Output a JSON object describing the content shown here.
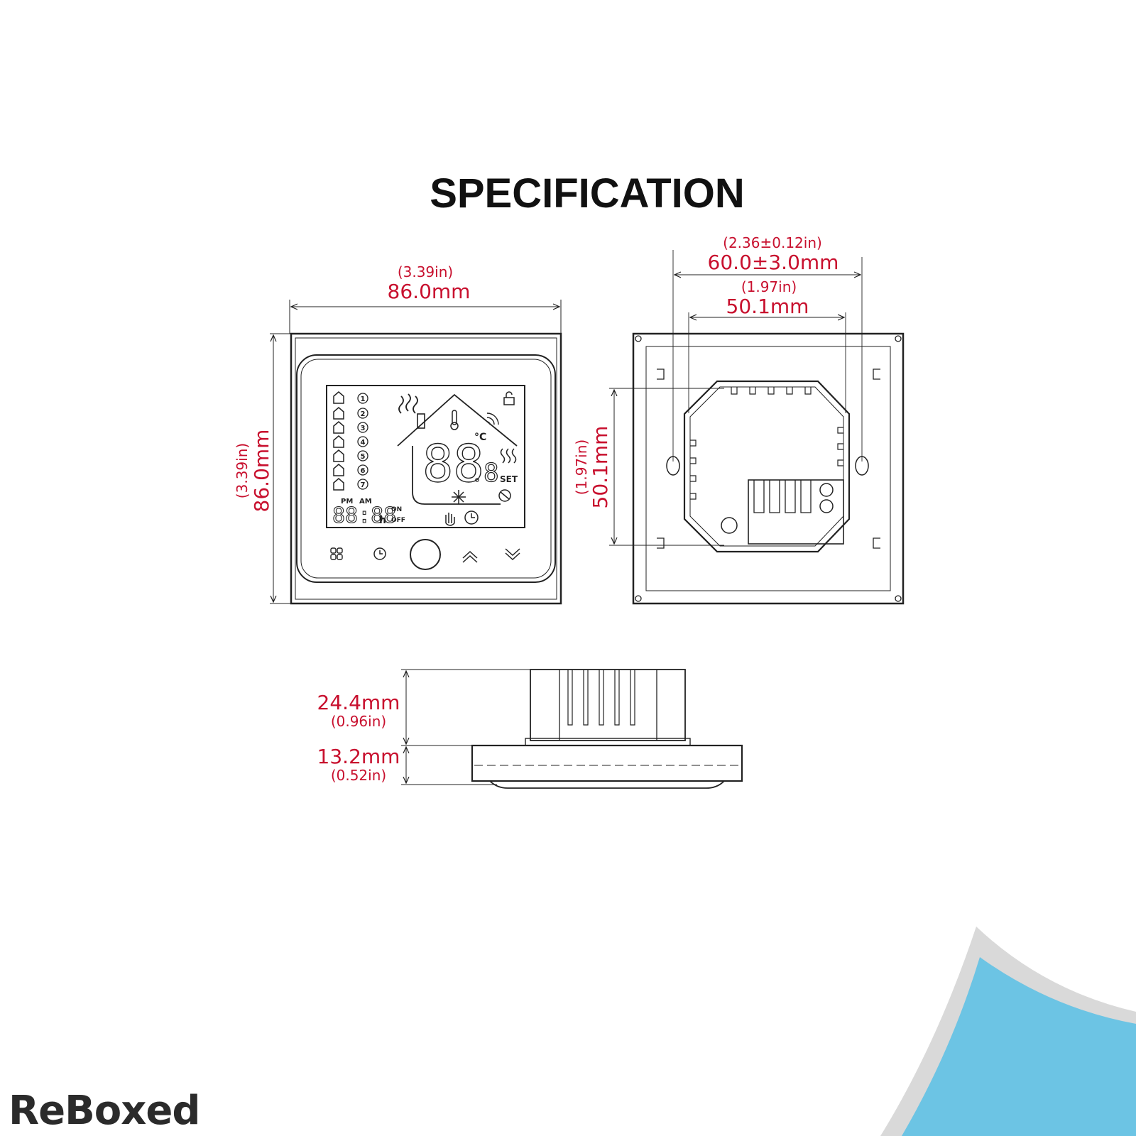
{
  "title": "SPECIFICATION",
  "front_view": {
    "width_in": "(3.39in)",
    "width_mm": "86.0mm",
    "height_in": "(3.39in)",
    "height_mm": "86.0mm",
    "lcd": {
      "time_period_pm": "PM",
      "time_period_am": "AM",
      "time_digits": "88:88",
      "hour_unit": "h",
      "on_label": "ON",
      "off_label": "OFF",
      "temp_digits": "88",
      "small_digit": "8",
      "set_label": "SET",
      "program_numbers": [
        "1",
        "2",
        "3",
        "4",
        "5",
        "6",
        "7"
      ]
    }
  },
  "back_view": {
    "outer_in": "(2.36±0.12in)",
    "outer_mm": "60.0±3.0mm",
    "inner_in": "(1.97in)",
    "inner_mm": "50.1mm",
    "height_in": "(1.97in)",
    "height_mm": "50.1mm"
  },
  "side_view": {
    "depth_mm": "24.4mm",
    "depth_in": "(0.96in)",
    "thickness_mm": "13.2mm",
    "thickness_in": "(0.52in)"
  },
  "brand": "ReBoxed",
  "colors": {
    "dimension": "#c8102e",
    "line": "#222222",
    "corner_blue": "#6cc4e4",
    "corner_grey": "#d9d9d9"
  }
}
